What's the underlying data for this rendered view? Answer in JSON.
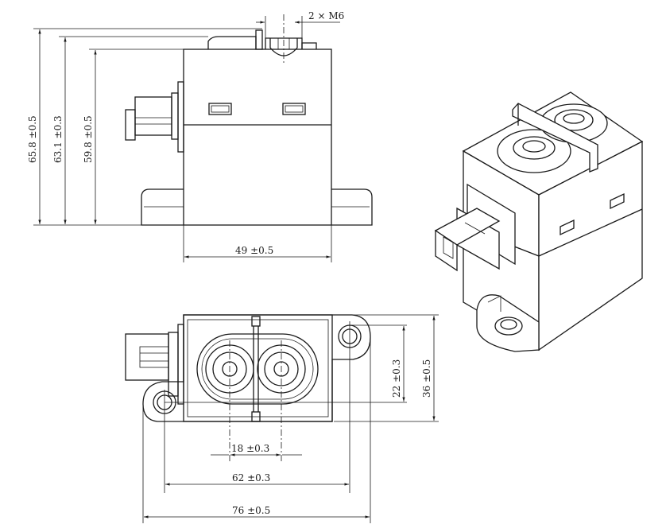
{
  "dimensions": {
    "thread": "2 × M6",
    "height_total": "65.8 ±0.5",
    "height_mid": "63.1 ±0.3",
    "height_body": "59.8 ±0.5",
    "width_side": "49 ±0.5",
    "stud_pitch": "18 ±0.3",
    "mount_pitch_x": "62 ±0.3",
    "overall_length": "76 ±0.5",
    "mount_pitch_y": "22 ±0.3",
    "overall_width": "36 ±0.5"
  },
  "colors": {
    "line": "#1a1a1a",
    "background": "#ffffff"
  }
}
